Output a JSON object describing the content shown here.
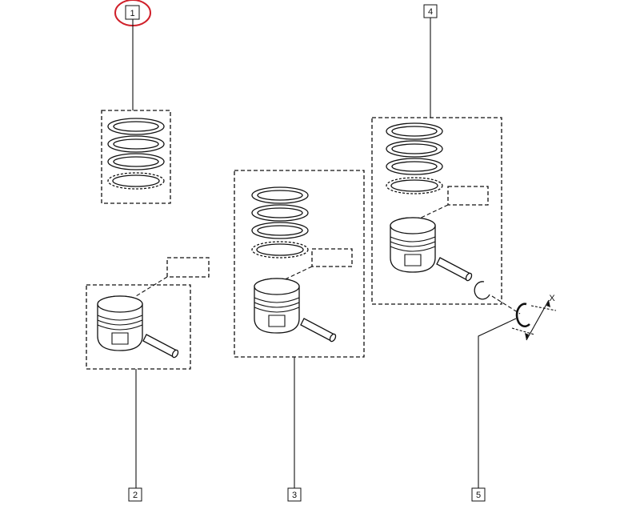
{
  "diagram": {
    "callouts": [
      {
        "id": "1",
        "label": "1",
        "highlighted": true
      },
      {
        "id": "2",
        "label": "2"
      },
      {
        "id": "3",
        "label": "3"
      },
      {
        "id": "4",
        "label": "4"
      },
      {
        "id": "5",
        "label": "5"
      }
    ],
    "dimension_label": "X",
    "highlight_color": "#d0202a"
  }
}
